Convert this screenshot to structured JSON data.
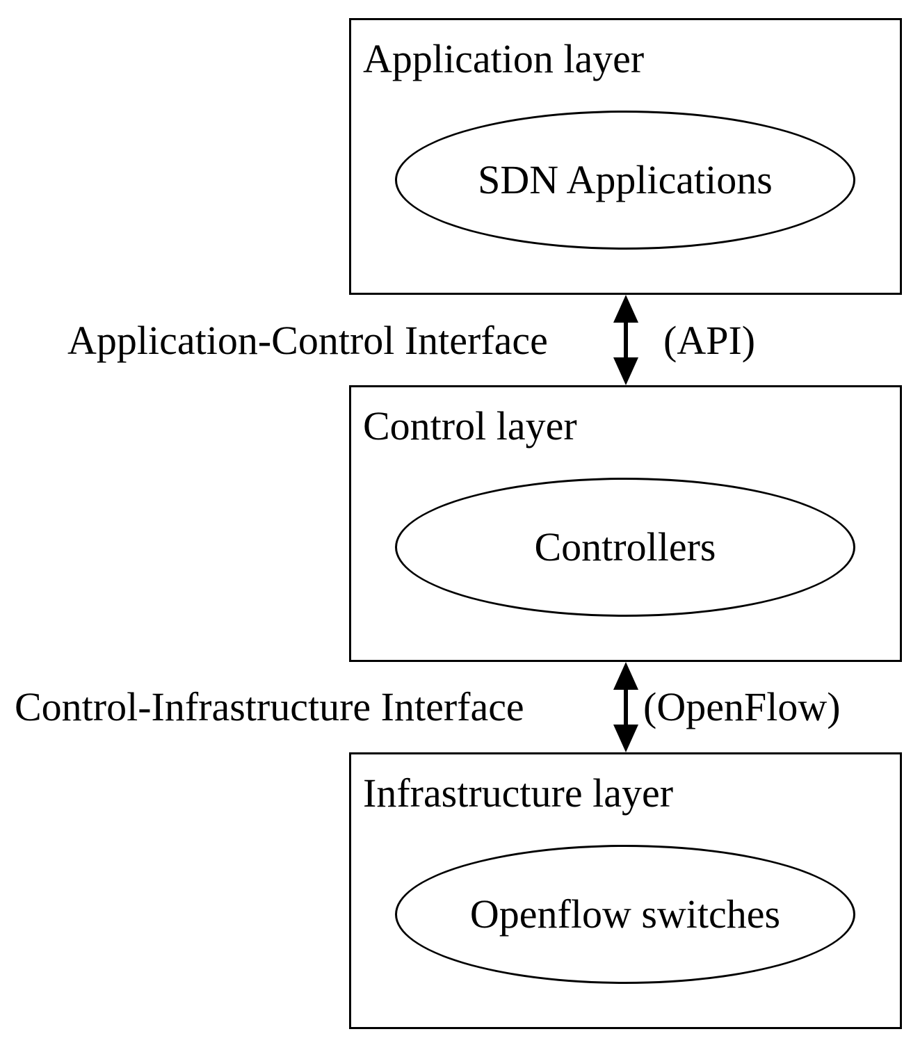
{
  "layers": [
    {
      "title": "Application layer",
      "component": "SDN Applications"
    },
    {
      "title": "Control layer",
      "component": "Controllers"
    },
    {
      "title": "Infrastructure layer",
      "component": "Openflow switches"
    }
  ],
  "interfaces": [
    {
      "name": "Application-Control Interface",
      "protocol": "(API)"
    },
    {
      "name": "Control-Infrastructure Interface",
      "protocol": "(OpenFlow)"
    }
  ],
  "colors": {
    "line": "#000000",
    "background": "#ffffff"
  }
}
